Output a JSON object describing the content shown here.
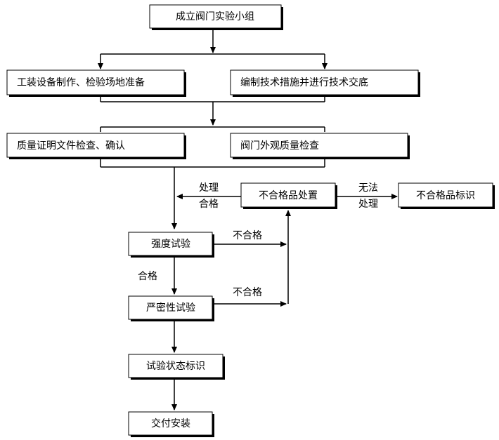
{
  "nodes": {
    "establish_team": "成立阀门实验小组",
    "tooling_prep": "工装设备制作、检验场地准备",
    "tech_briefing": "编制技术措施并进行技术交底",
    "doc_check": "质量证明文件检查、确认",
    "visual_check": "阀门外观质量检查",
    "nonconforming_disposal": "不合格品处置",
    "nonconforming_mark": "不合格品标识",
    "strength_test": "强度试验",
    "tightness_test": "严密性试验",
    "status_mark": "试验状态标识",
    "deliver_install": "交付安装"
  },
  "edge_labels": {
    "handled_1": "处理",
    "handled_2": "合格",
    "cannot_1": "无法",
    "cannot_2": "处理",
    "strength_fail": "不合格",
    "strength_pass": "合格",
    "tightness_fail": "不合格"
  }
}
